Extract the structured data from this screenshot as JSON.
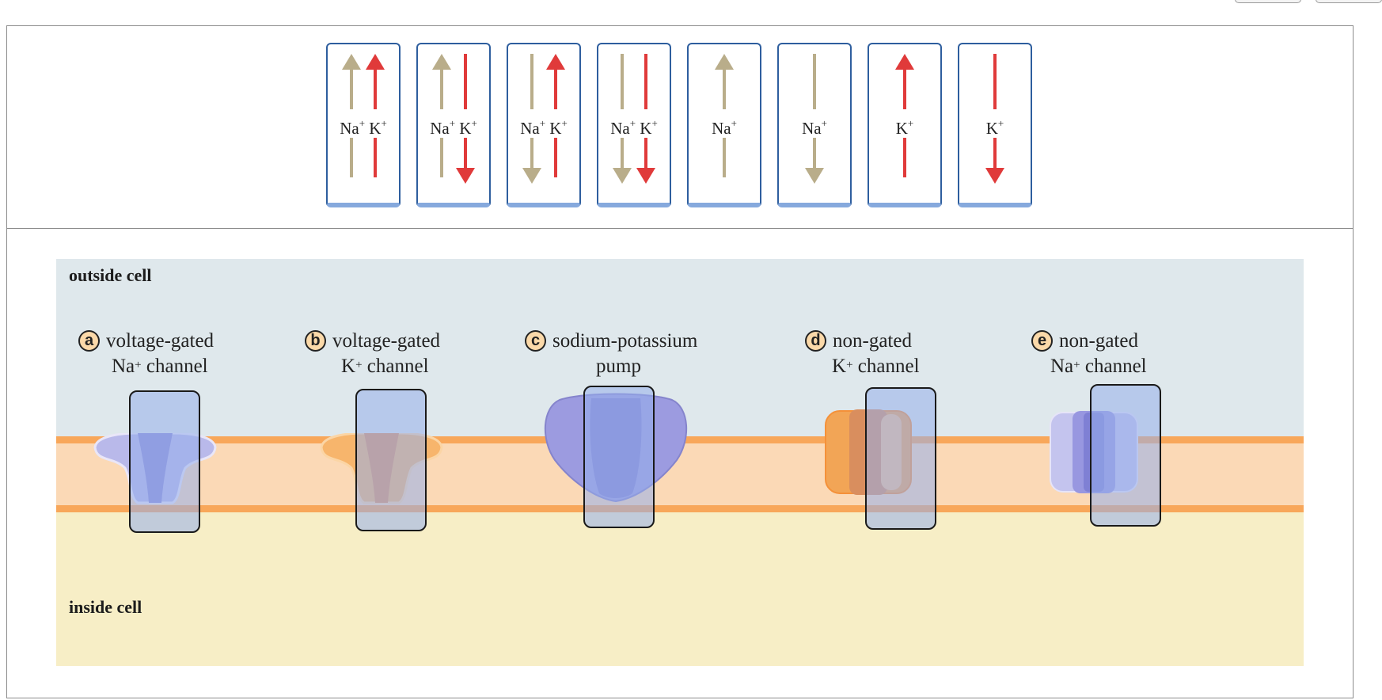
{
  "cards": [
    {
      "labels": [
        "Na",
        "K"
      ],
      "arrows": [
        {
          "ion": "Na",
          "dir": "up"
        },
        {
          "ion": "K",
          "dir": "up"
        }
      ]
    },
    {
      "labels": [
        "Na",
        "K"
      ],
      "arrows": [
        {
          "ion": "Na",
          "dir": "up"
        },
        {
          "ion": "K",
          "dir": "down"
        }
      ]
    },
    {
      "labels": [
        "Na",
        "K"
      ],
      "arrows": [
        {
          "ion": "Na",
          "dir": "down"
        },
        {
          "ion": "K",
          "dir": "up"
        }
      ]
    },
    {
      "labels": [
        "Na",
        "K"
      ],
      "arrows": [
        {
          "ion": "Na",
          "dir": "down"
        },
        {
          "ion": "K",
          "dir": "down"
        }
      ]
    },
    {
      "labels": [
        "Na"
      ],
      "arrows": [
        {
          "ion": "Na",
          "dir": "up"
        }
      ]
    },
    {
      "labels": [
        "Na"
      ],
      "arrows": [
        {
          "ion": "Na",
          "dir": "down"
        }
      ]
    },
    {
      "labels": [
        "K"
      ],
      "arrows": [
        {
          "ion": "K",
          "dir": "up"
        }
      ]
    },
    {
      "labels": [
        "K"
      ],
      "arrows": [
        {
          "ion": "K",
          "dir": "down"
        }
      ]
    }
  ],
  "ion_charge": "+",
  "colors": {
    "Na": "#b9ad8a",
    "K": "#e03a3a"
  },
  "scene": {
    "outside_label": "outside cell",
    "inside_label": "inside cell"
  },
  "proteins": [
    {
      "letter": "a",
      "line1": "voltage-gated",
      "line2_ion": "Na",
      "line2_rest": " channel"
    },
    {
      "letter": "b",
      "line1": "voltage-gated",
      "line2_ion": "K",
      "line2_rest": " channel"
    },
    {
      "letter": "c",
      "line1": "sodium-potassium",
      "line2_ion": "",
      "line2_rest": "pump"
    },
    {
      "letter": "d",
      "line1": "non-gated",
      "line2_ion": "K",
      "line2_rest": " channel"
    },
    {
      "letter": "e",
      "line1": "non-gated",
      "line2_ion": "Na",
      "line2_rest": " channel"
    }
  ]
}
